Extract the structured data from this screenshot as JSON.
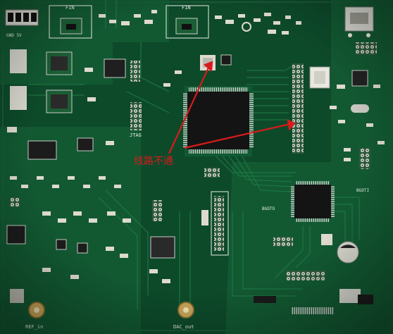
{
  "board": {
    "fin_left": "FIN",
    "fin_right": "FIN",
    "jtag": "JTAG",
    "ref_label": "REF_in",
    "dac_label": "DAC_out",
    "bgoti": "BGOTI",
    "bgoto": "BGOTO"
  },
  "annotation": {
    "text": "线路不通",
    "color": "#d81b1b"
  },
  "colors": {
    "solder_mask": "#0d4a2a",
    "copper_trace": "#1d6b3c",
    "silkscreen": "#e8efe9",
    "chip": "#1a1a1a"
  }
}
